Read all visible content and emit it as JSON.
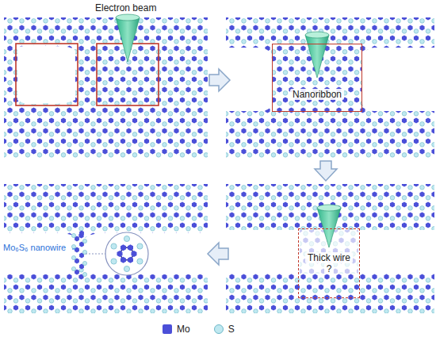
{
  "diagram": {
    "nodes": [
      {
        "text": [
          "Nanoribbon"
        ]
      },
      {
        "text": [
          "Thick wire",
          "?"
        ]
      }
    ],
    "labels": [
      "Electron beam",
      "Mo₆S₆ nanowire"
    ],
    "legend": [
      {
        "text": "Mo",
        "color": "#4b4fd8"
      },
      {
        "text": "S",
        "color": "#bfe8f0"
      }
    ]
  }
}
